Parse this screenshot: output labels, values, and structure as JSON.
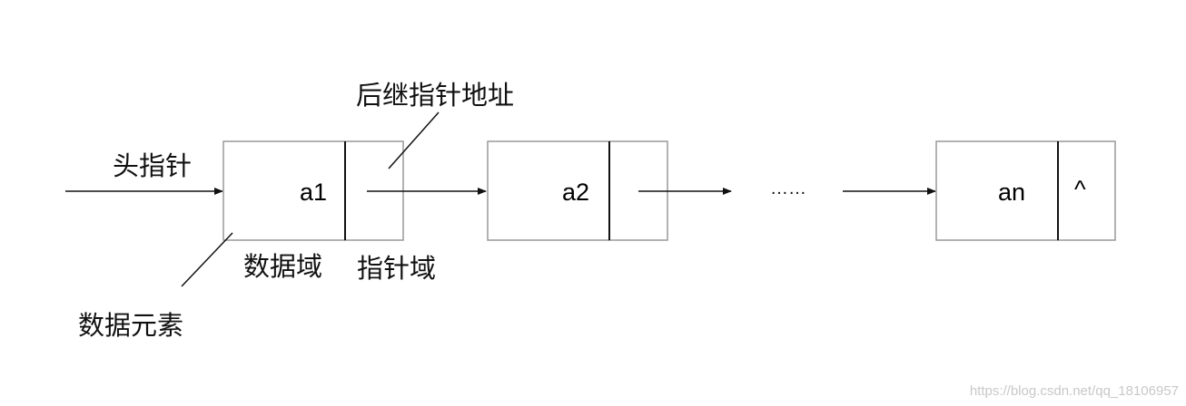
{
  "labels": {
    "head_pointer": "头指针",
    "successor_address": "后继指针地址",
    "data_field": "数据域",
    "pointer_field": "指针域",
    "data_element": "数据元素"
  },
  "nodes": [
    {
      "value": "a1",
      "pointer": ""
    },
    {
      "value": "a2",
      "pointer": ""
    },
    {
      "value": "an",
      "pointer": "^"
    }
  ],
  "ellipsis": "……",
  "watermark": "https://blog.csdn.net/qq_18106957"
}
